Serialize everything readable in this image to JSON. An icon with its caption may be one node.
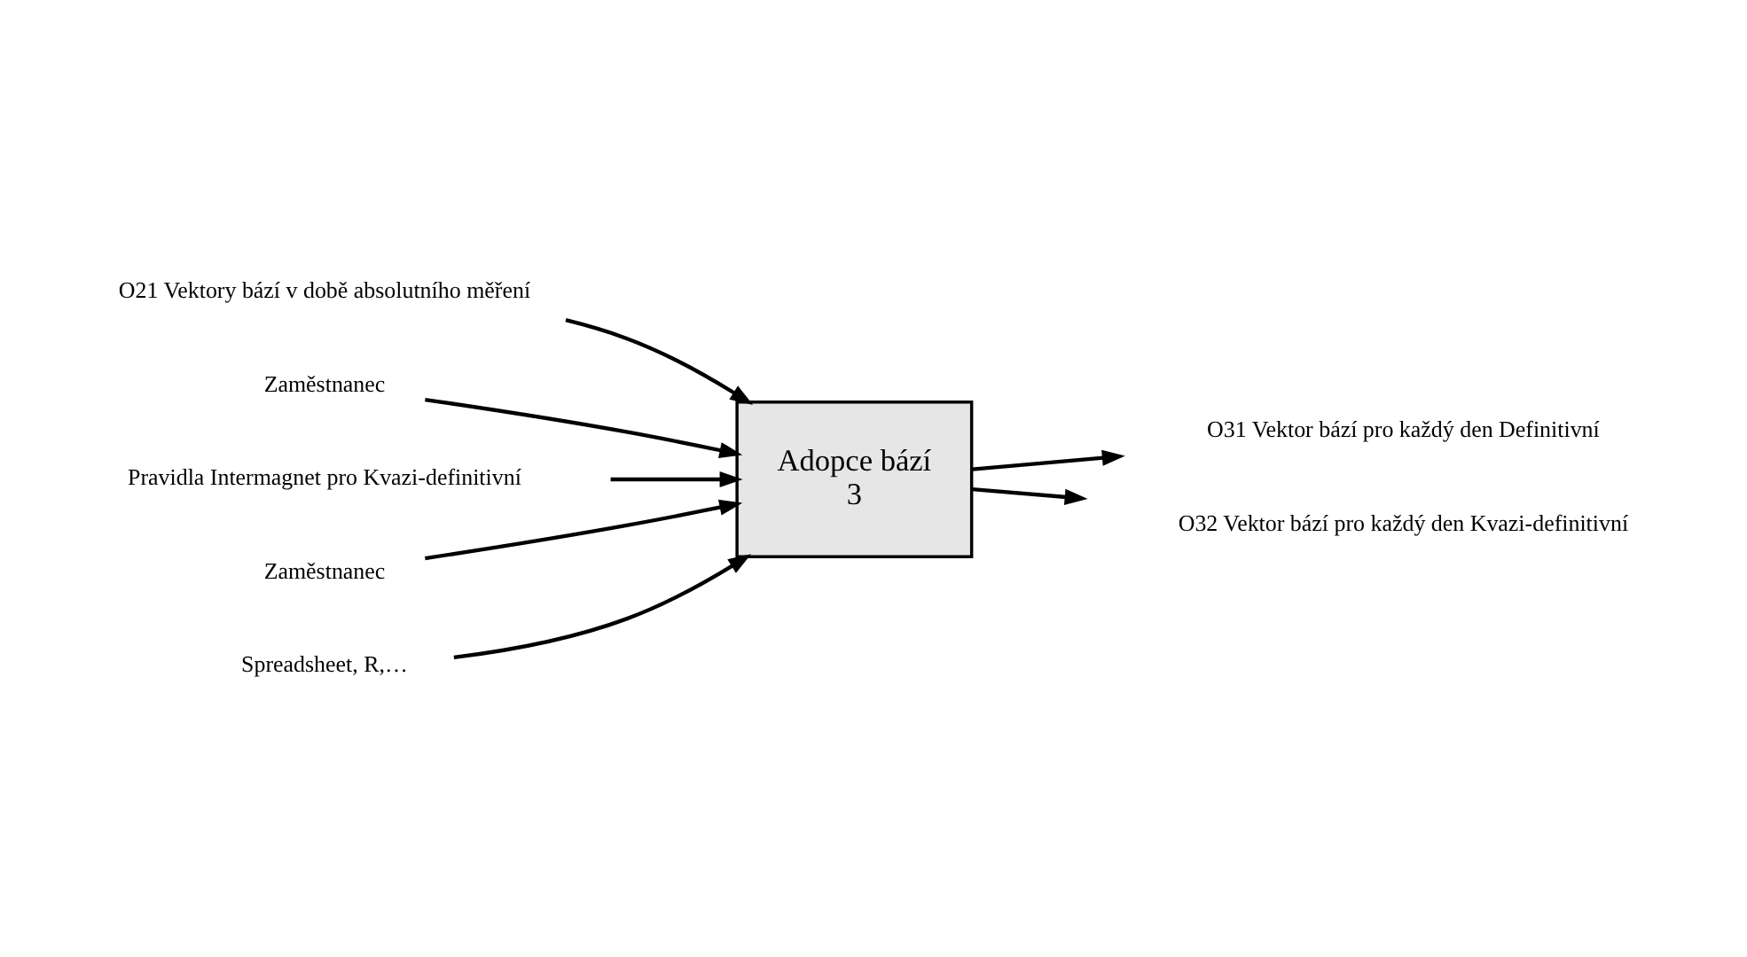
{
  "diagram": {
    "nodes": [
      {
        "text": [
          "Adopce bází",
          "3"
        ]
      },
      {
        "text": [
          "O21 Vektory bází v době absolutního měření"
        ]
      },
      {
        "text": [
          "Zaměstnanec"
        ]
      },
      {
        "text": [
          "Pravidla Intermagnet pro Kvazi-definitivní"
        ]
      },
      {
        "text": [
          "O31 Vektor bází pro každý den Definitivní"
        ]
      },
      {
        "text": [
          "O32 Vektor bází pro každý den Kvazi-definitivní"
        ]
      },
      {
        "text": [
          "Zaměstnanec"
        ]
      },
      {
        "text": [
          "Spreadsheet, R,…"
        ]
      }
    ],
    "edges": [
      {
        "from": 1,
        "to": 0,
        "arrow": "to"
      },
      {
        "from": 2,
        "to": 0,
        "arrow": "to"
      },
      {
        "from": 3,
        "to": 0,
        "arrow": "to"
      },
      {
        "from": 0,
        "to": 4,
        "arrow": "to"
      },
      {
        "from": 0,
        "to": 5,
        "arrow": "to"
      },
      {
        "from": 6,
        "to": 0,
        "arrow": "to"
      },
      {
        "from": 7,
        "to": 0,
        "arrow": "to"
      }
    ]
  }
}
